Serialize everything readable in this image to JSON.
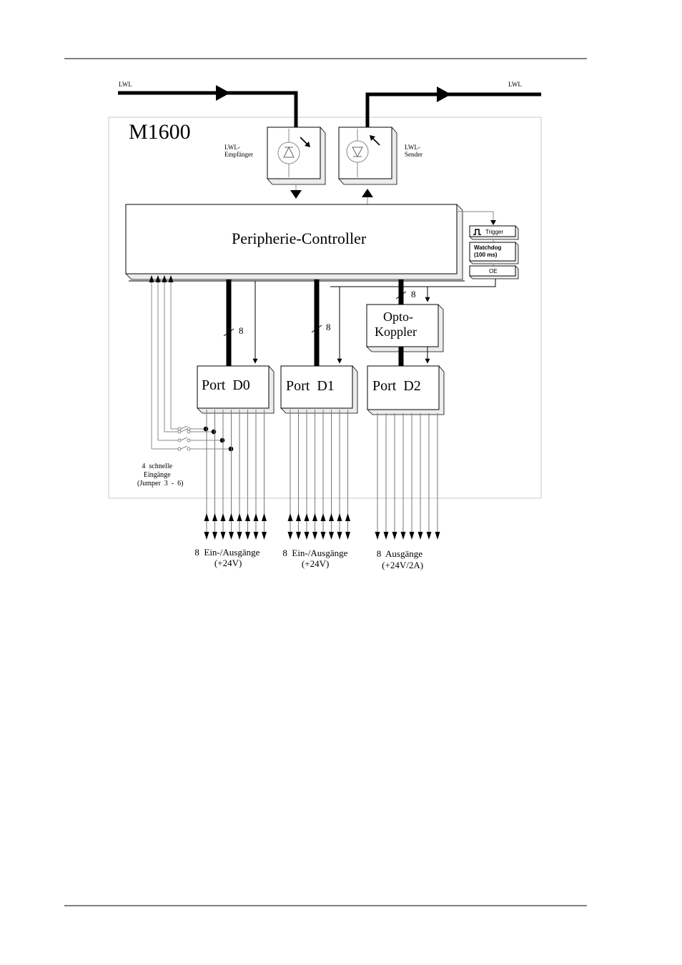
{
  "device": {
    "title": "M1600"
  },
  "fiber": {
    "left_label": "LWL",
    "right_label": "LWL",
    "receiver_label": [
      "LWL-",
      "Empfänger"
    ],
    "sender_label": [
      "LWL-",
      "Sender"
    ]
  },
  "controller": {
    "label": "Peripherie-Controller",
    "trigger_label": "Trigger",
    "watchdog_label": [
      "Watchdog",
      "(100  ms)"
    ],
    "oe_label": "OE"
  },
  "optocoupler": {
    "label": [
      "Opto-",
      "Koppler"
    ]
  },
  "bus_width": {
    "d0": "8",
    "d1": "8",
    "d2": "8"
  },
  "ports": [
    {
      "name": "Port  D0",
      "io_label": [
        "8  Ein-/Ausgänge",
        "(+24V)"
      ]
    },
    {
      "name": "Port  D1",
      "io_label": [
        "8  Ein-/Ausgänge",
        "(+24V)"
      ]
    },
    {
      "name": "Port  D2",
      "io_label": [
        "8  Ausgänge",
        "(+24V/2A)"
      ]
    }
  ],
  "fast_inputs": {
    "label": [
      "4  schnelle",
      "Eingänge",
      "(Jumper  3  -  6)"
    ]
  }
}
